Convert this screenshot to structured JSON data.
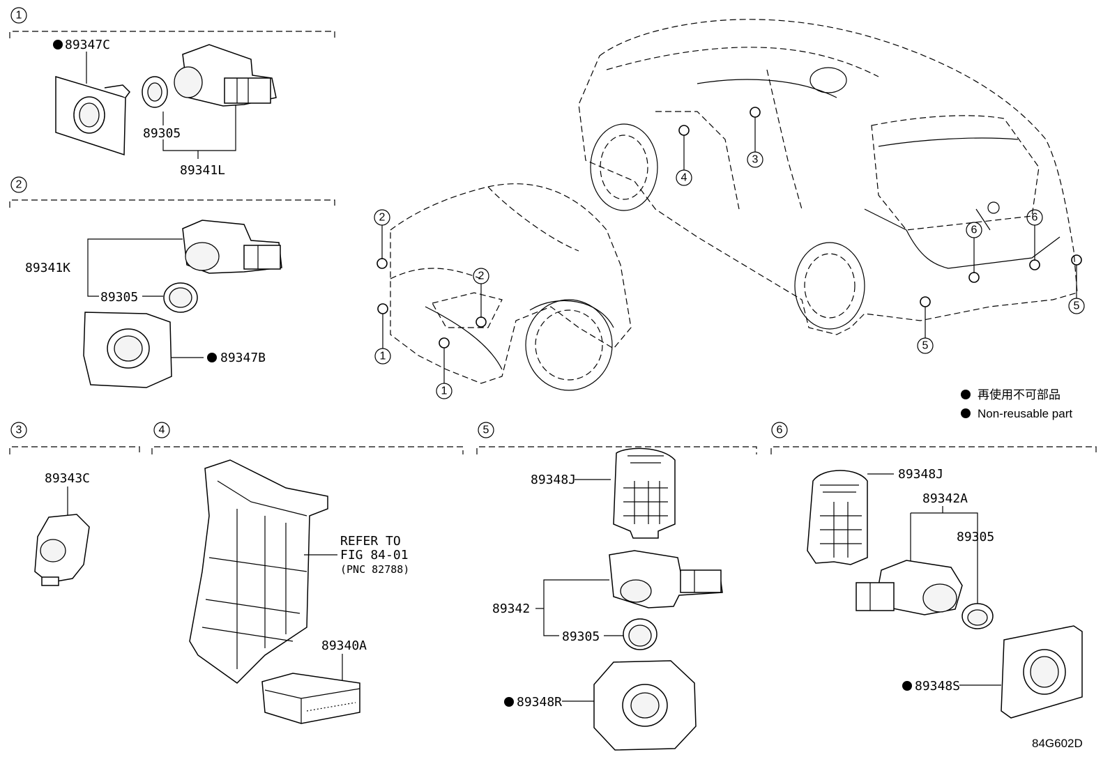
{
  "diagram_id": "84G602D",
  "legend": {
    "jp": "再使用不可部品",
    "en": "Non-reusable part"
  },
  "groups": {
    "g1": {
      "num": "1",
      "labels": {
        "a": "89347C",
        "b": "89305",
        "c": "89341L"
      }
    },
    "g2": {
      "num": "2",
      "labels": {
        "a": "89341K",
        "b": "89305",
        "c": "89347B"
      }
    },
    "g3": {
      "num": "3",
      "labels": {
        "a": "89343C"
      }
    },
    "g4": {
      "num": "4",
      "labels": {
        "ref1": "REFER TO",
        "ref2": "FIG 84-01",
        "ref3": "(PNC 82788)",
        "a": "89340A"
      }
    },
    "g5": {
      "num": "5",
      "labels": {
        "a": "89348J",
        "b": "89342",
        "c": "89305",
        "d": "89348R"
      }
    },
    "g6": {
      "num": "6",
      "labels": {
        "a": "89348J",
        "b": "89342A",
        "c": "89305",
        "d": "89348S"
      }
    }
  },
  "car_callouts": {
    "c1a": "1",
    "c1b": "1",
    "c2a": "2",
    "c2b": "2",
    "c3": "3",
    "c4": "4",
    "c5a": "5",
    "c5b": "5",
    "c6a": "6",
    "c6b": "6"
  }
}
